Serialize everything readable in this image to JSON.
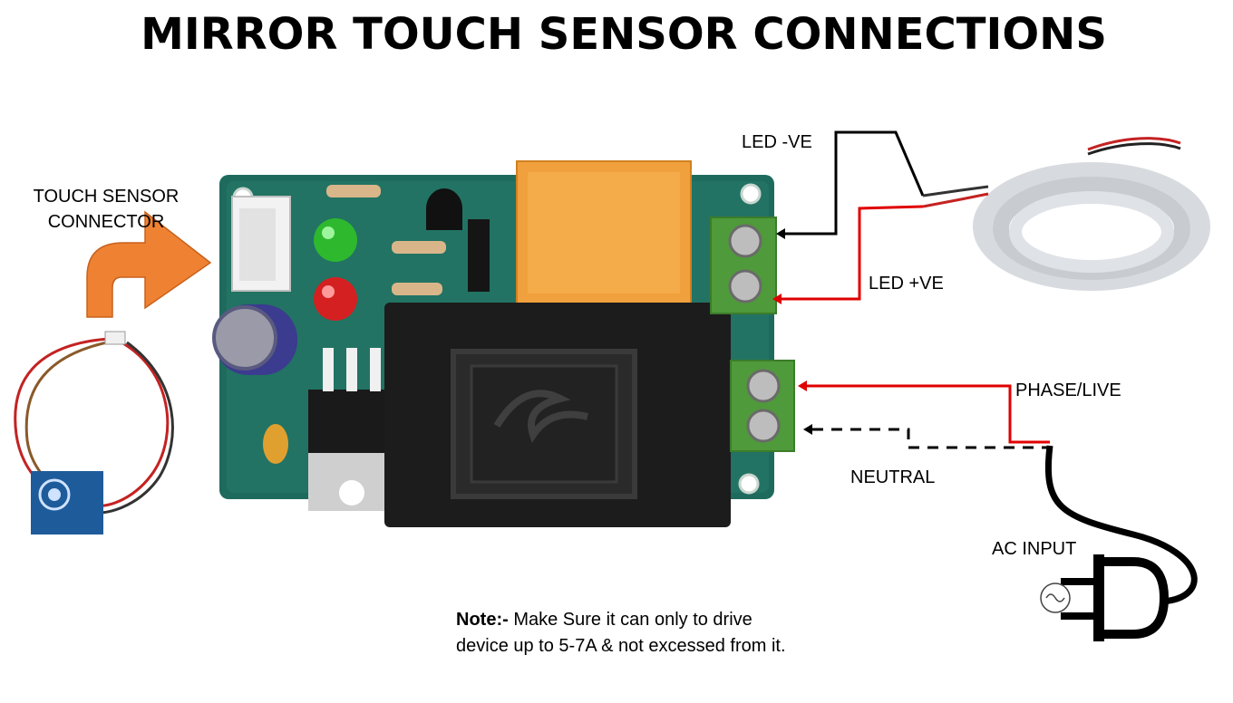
{
  "title": "MIRROR TOUCH SENSOR CONNECTIONS",
  "labels": {
    "touch_connector_line1": "TOUCH SENSOR",
    "touch_connector_line2": "CONNECTOR",
    "led_neg": "LED -VE",
    "led_pos": "LED +VE",
    "phase_live": "PHASE/LIVE",
    "neutral": "NEUTRAL",
    "ac_input": "AC INPUT"
  },
  "note": {
    "prefix": "Note:-",
    "line1": " Make Sure it can only to drive",
    "line2": "device up to 5-7A & not excessed from it."
  },
  "colors": {
    "pcb": "#1e6b5e",
    "relay": "#f0a03c",
    "terminal": "#4f9a3a",
    "transformer": "#1c1c1c",
    "arrow": "#ee8232",
    "wire_red": "#e00000",
    "wire_black": "#000000"
  }
}
